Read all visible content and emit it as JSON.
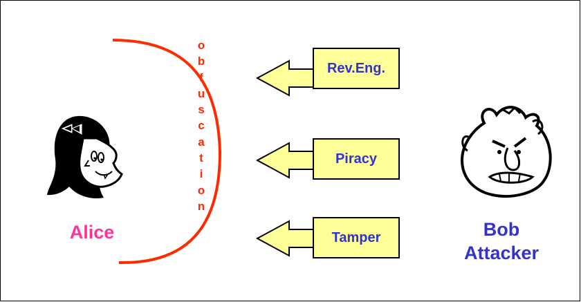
{
  "alice": {
    "label": "Alice",
    "color": "#ff3399"
  },
  "bob": {
    "label_line1": "Bob",
    "label_line2": "Attacker",
    "color": "#3333cc"
  },
  "obfuscation": {
    "letters": [
      "o",
      "b",
      "f",
      "u",
      "s",
      "c",
      "a",
      "t",
      "i",
      "o",
      "n"
    ],
    "color": "#ff2a00"
  },
  "attacks": [
    {
      "label": "Rev.Eng."
    },
    {
      "label": "Piracy"
    },
    {
      "label": "Tamper"
    }
  ],
  "colors": {
    "box_fill": "#ffff99",
    "arrow_fill": "#ffff99",
    "curve": "#ff2a00",
    "text_blue": "#3333cc"
  },
  "icons": {
    "alice": "alice-cartoon-icon",
    "bob": "bob-attacker-cartoon-icon"
  }
}
